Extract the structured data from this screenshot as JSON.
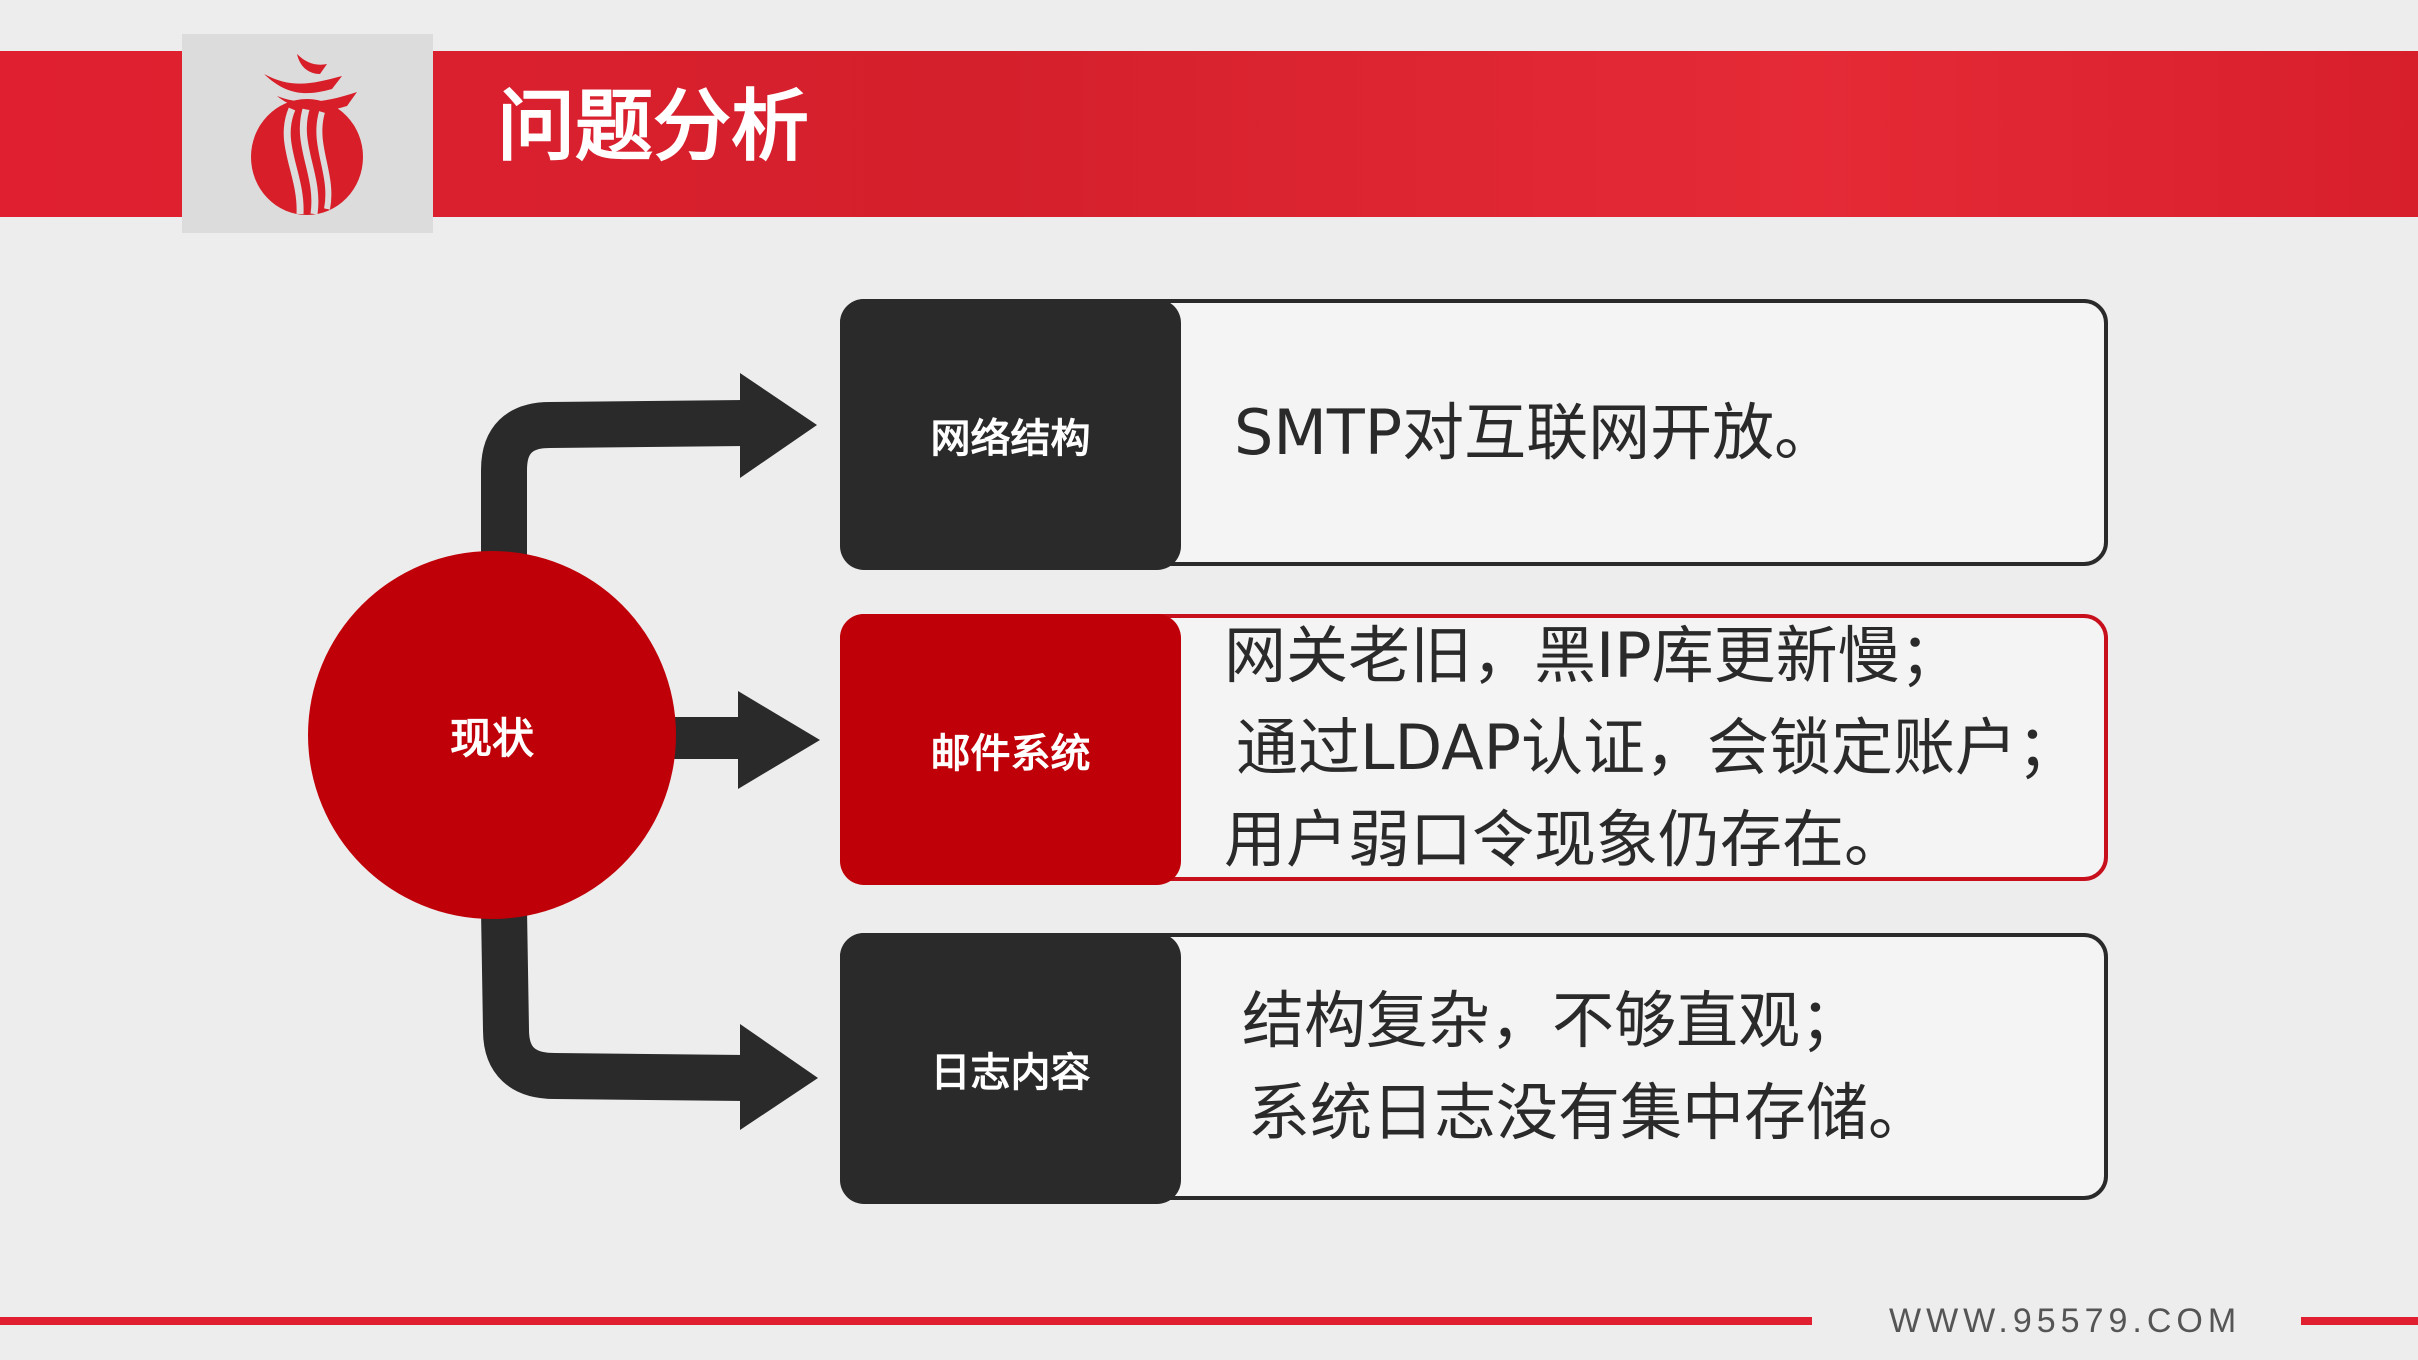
{
  "header": {
    "title": "问题分析",
    "logo": "dragon-emblem"
  },
  "center": {
    "label": "现状"
  },
  "rows": [
    {
      "label": "网络结构",
      "lines": [
        "SMTP对互联网开放。"
      ]
    },
    {
      "label": "邮件系统",
      "lines": [
        "网关老旧，黑IP库更新慢；",
        "通过LDAP认证，会锁定账户；",
        "用户弱口令现象仍存在。"
      ]
    },
    {
      "label": "日志内容",
      "lines": [
        "结构复杂，不够直观；",
        "系统日志没有集中存储。"
      ]
    }
  ],
  "footer": {
    "url": "WWW.95579.COM"
  },
  "colors": {
    "red": "#e02030",
    "dark_red": "#c00008",
    "dark": "#2a2a2a"
  }
}
